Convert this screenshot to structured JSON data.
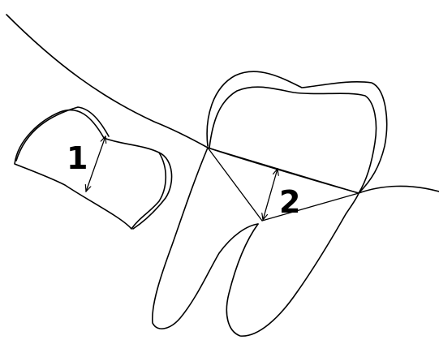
{
  "diagram": {
    "labels": {
      "one": "1",
      "two": "2"
    },
    "colors": {
      "ink": "#000000",
      "background": "#ffffff"
    },
    "parts": [
      "occlusal-plane-curve",
      "crown-section-1",
      "tooth-2",
      "measurement-1",
      "measurement-2"
    ]
  }
}
